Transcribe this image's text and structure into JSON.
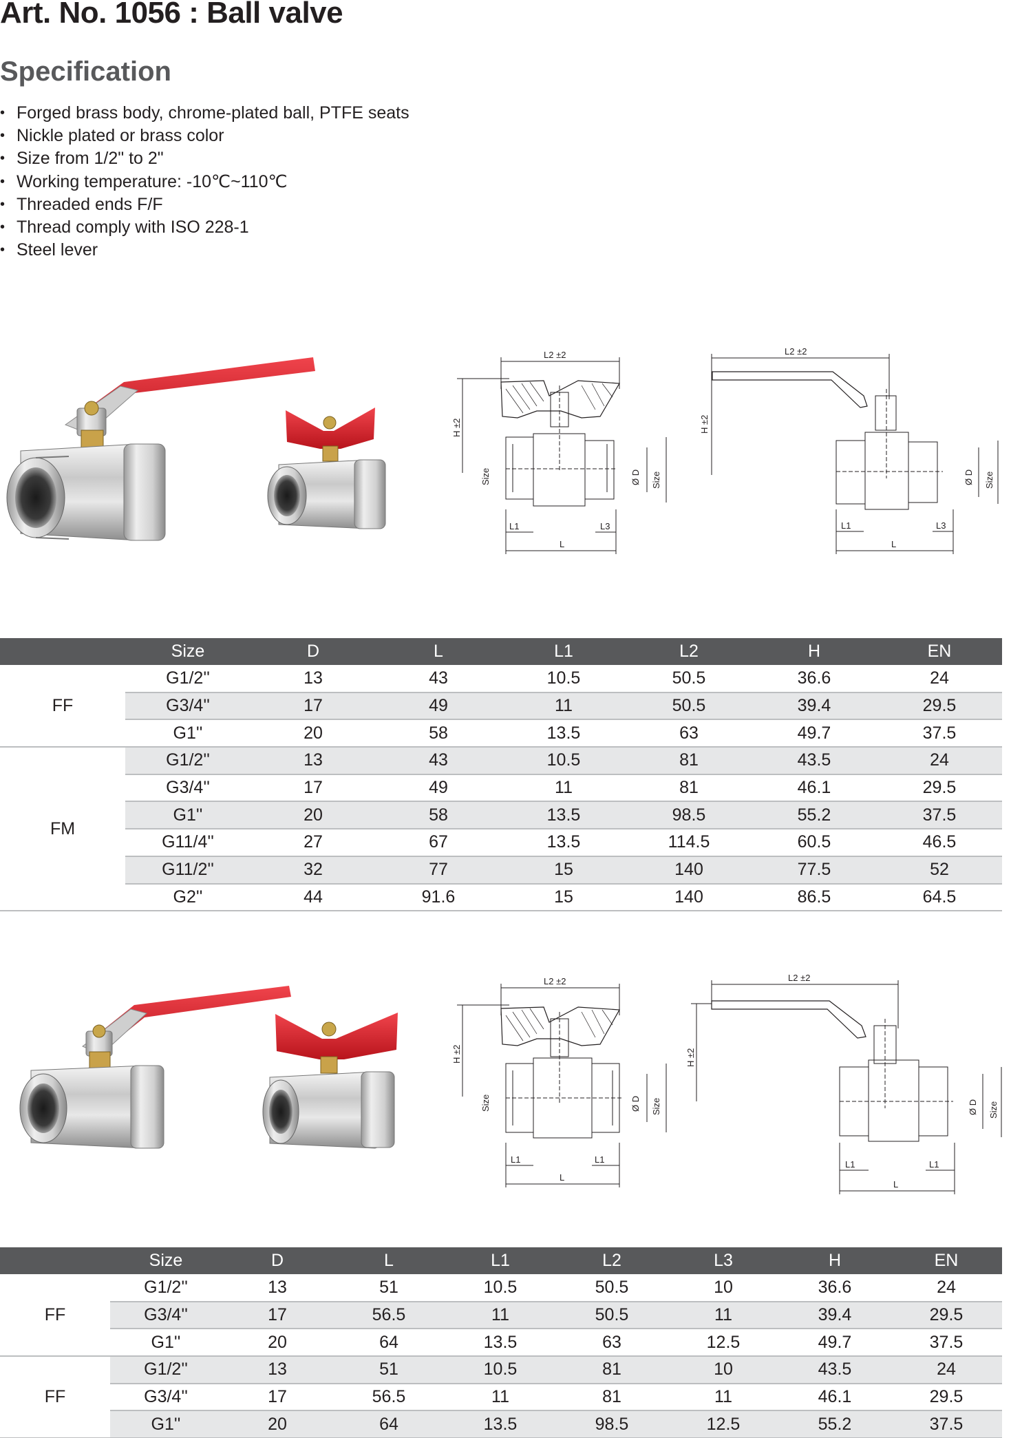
{
  "header": {
    "title": "Art. No. 1056 : Ball valve",
    "subtitle": "Specification"
  },
  "spec": {
    "items": [
      "Forged brass body, chrome-plated ball, PTFE seats",
      "Nickle plated or brass color",
      "Size from 1/2\" to 2\"",
      "Working temperature: -10℃~110℃",
      "Threaded ends F/F",
      "Thread comply with ISO 228-1",
      "Steel lever"
    ]
  },
  "drawings": {
    "labels": {
      "l2": "L2 ±2",
      "h": "H ±2",
      "size": "Size",
      "d": "Ø D",
      "l": "L",
      "l1": "L1",
      "l3": "L3"
    }
  },
  "colors": {
    "header_bg": "#58595b",
    "row_shade": "#e6e7e8",
    "rule": "#bcbec0",
    "handle_red": "#d7222b"
  },
  "table1": {
    "headers": [
      "Size",
      "D",
      "L",
      "L1",
      "L2",
      "H",
      "EN"
    ],
    "groups": [
      {
        "name": "FF",
        "rows": [
          [
            "G1/2''",
            "13",
            "43",
            "10.5",
            "50.5",
            "36.6",
            "24"
          ],
          [
            "G3/4''",
            "17",
            "49",
            "11",
            "50.5",
            "39.4",
            "29.5"
          ],
          [
            "G1''",
            "20",
            "58",
            "13.5",
            "63",
            "49.7",
            "37.5"
          ]
        ]
      },
      {
        "name": "FM",
        "rows": [
          [
            "G1/2''",
            "13",
            "43",
            "10.5",
            "81",
            "43.5",
            "24"
          ],
          [
            "G3/4''",
            "17",
            "49",
            "11",
            "81",
            "46.1",
            "29.5"
          ],
          [
            "G1''",
            "20",
            "58",
            "13.5",
            "98.5",
            "55.2",
            "37.5"
          ],
          [
            "G11/4''",
            "27",
            "67",
            "13.5",
            "114.5",
            "60.5",
            "46.5"
          ],
          [
            "G11/2''",
            "32",
            "77",
            "15",
            "140",
            "77.5",
            "52"
          ],
          [
            "G2''",
            "44",
            "91.6",
            "15",
            "140",
            "86.5",
            "64.5"
          ]
        ]
      }
    ]
  },
  "table2": {
    "headers": [
      "Size",
      "D",
      "L",
      "L1",
      "L2",
      "L3",
      "H",
      "EN"
    ],
    "groups": [
      {
        "name": "FF",
        "rows": [
          [
            "G1/2''",
            "13",
            "51",
            "10.5",
            "50.5",
            "10",
            "36.6",
            "24"
          ],
          [
            "G3/4''",
            "17",
            "56.5",
            "11",
            "50.5",
            "11",
            "39.4",
            "29.5"
          ],
          [
            "G1''",
            "20",
            "64",
            "13.5",
            "63",
            "12.5",
            "49.7",
            "37.5"
          ]
        ]
      },
      {
        "name": "FF",
        "rows": [
          [
            "G1/2''",
            "13",
            "51",
            "10.5",
            "81",
            "10",
            "43.5",
            "24"
          ],
          [
            "G3/4''",
            "17",
            "56.5",
            "11",
            "81",
            "11",
            "46.1",
            "29.5"
          ],
          [
            "G1''",
            "20",
            "64",
            "13.5",
            "98.5",
            "12.5",
            "55.2",
            "37.5"
          ]
        ]
      }
    ]
  }
}
